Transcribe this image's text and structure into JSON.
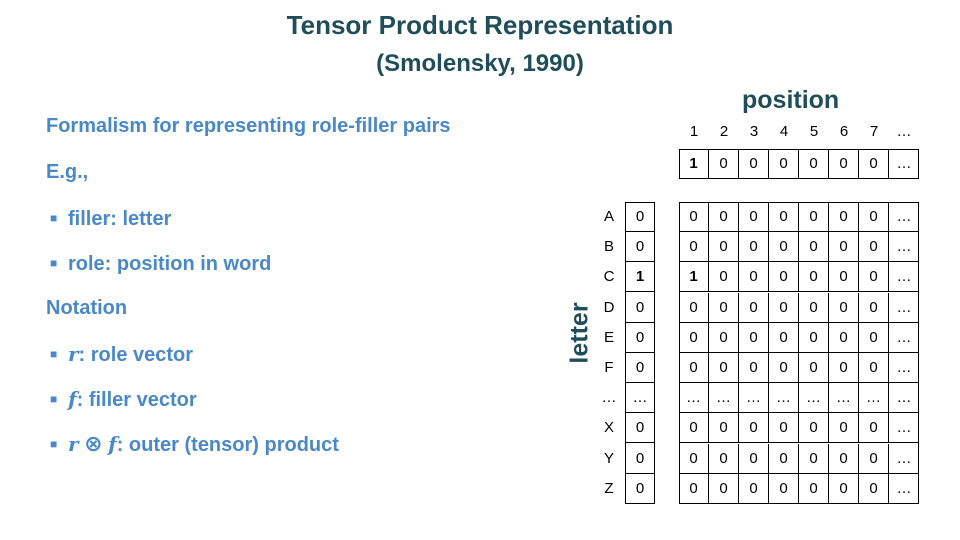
{
  "title": "Tensor Product Representation",
  "subtitle": "(Smolensky, 1990)",
  "bullets": {
    "formalism": "Formalism for representing role-filler pairs",
    "eg": "E.g.,",
    "filler": "filler: letter",
    "role": "role: position in word",
    "notation": "Notation",
    "r_sym": "r",
    "r_text": ": role vector",
    "f_sym": "f",
    "f_text": ": filler vector",
    "rf_r": "r",
    "rf_op": "⊗",
    "rf_f": "f",
    "rf_text": ": outer (tensor) product"
  },
  "axis": {
    "position": "position",
    "letter": "letter"
  },
  "positions": [
    "1",
    "2",
    "3",
    "4",
    "5",
    "6",
    "7",
    "…"
  ],
  "role_vector": [
    "1",
    "0",
    "0",
    "0",
    "0",
    "0",
    "0",
    "…"
  ],
  "letters": [
    "A",
    "B",
    "C",
    "D",
    "E",
    "F",
    "…",
    "X",
    "Y",
    "Z"
  ],
  "filler_vector": [
    "0",
    "0",
    "1",
    "0",
    "0",
    "0",
    "…",
    "0",
    "0",
    "0"
  ],
  "matrix": [
    [
      "0",
      "0",
      "0",
      "0",
      "0",
      "0",
      "0",
      "…"
    ],
    [
      "0",
      "0",
      "0",
      "0",
      "0",
      "0",
      "0",
      "…"
    ],
    [
      "1",
      "0",
      "0",
      "0",
      "0",
      "0",
      "0",
      "…"
    ],
    [
      "0",
      "0",
      "0",
      "0",
      "0",
      "0",
      "0",
      "…"
    ],
    [
      "0",
      "0",
      "0",
      "0",
      "0",
      "0",
      "0",
      "…"
    ],
    [
      "0",
      "0",
      "0",
      "0",
      "0",
      "0",
      "0",
      "…"
    ],
    [
      "…",
      "…",
      "…",
      "…",
      "…",
      "…",
      "…",
      "…"
    ],
    [
      "0",
      "0",
      "0",
      "0",
      "0",
      "0",
      "0",
      "…"
    ],
    [
      "0",
      "0",
      "0",
      "0",
      "0",
      "0",
      "0",
      "…"
    ],
    [
      "0",
      "0",
      "0",
      "0",
      "0",
      "0",
      "0",
      "…"
    ]
  ],
  "colors": {
    "title": "#1f4e5a",
    "bullet": "#4a89c9"
  }
}
